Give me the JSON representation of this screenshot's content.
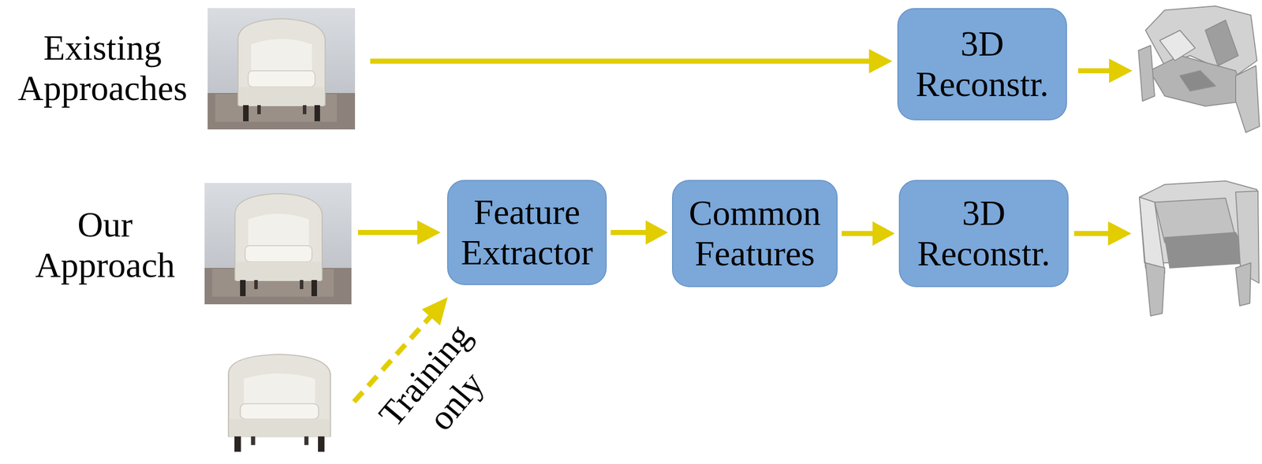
{
  "diagram": {
    "nodes": [
      {
        "text": [
          "3D Reconstr."
        ]
      },
      {
        "text": [
          "Feature Extractor"
        ]
      },
      {
        "text": [
          "Common Features"
        ]
      },
      {
        "text": [
          "3D Reconstr."
        ]
      }
    ],
    "edges": [
      {
        "from": 1,
        "to": 2,
        "arrow": "to"
      },
      {
        "from": 2,
        "to": 3,
        "arrow": "to"
      }
    ],
    "labels": [
      "Existing Approaches",
      "Our Approach",
      "Training only"
    ]
  }
}
